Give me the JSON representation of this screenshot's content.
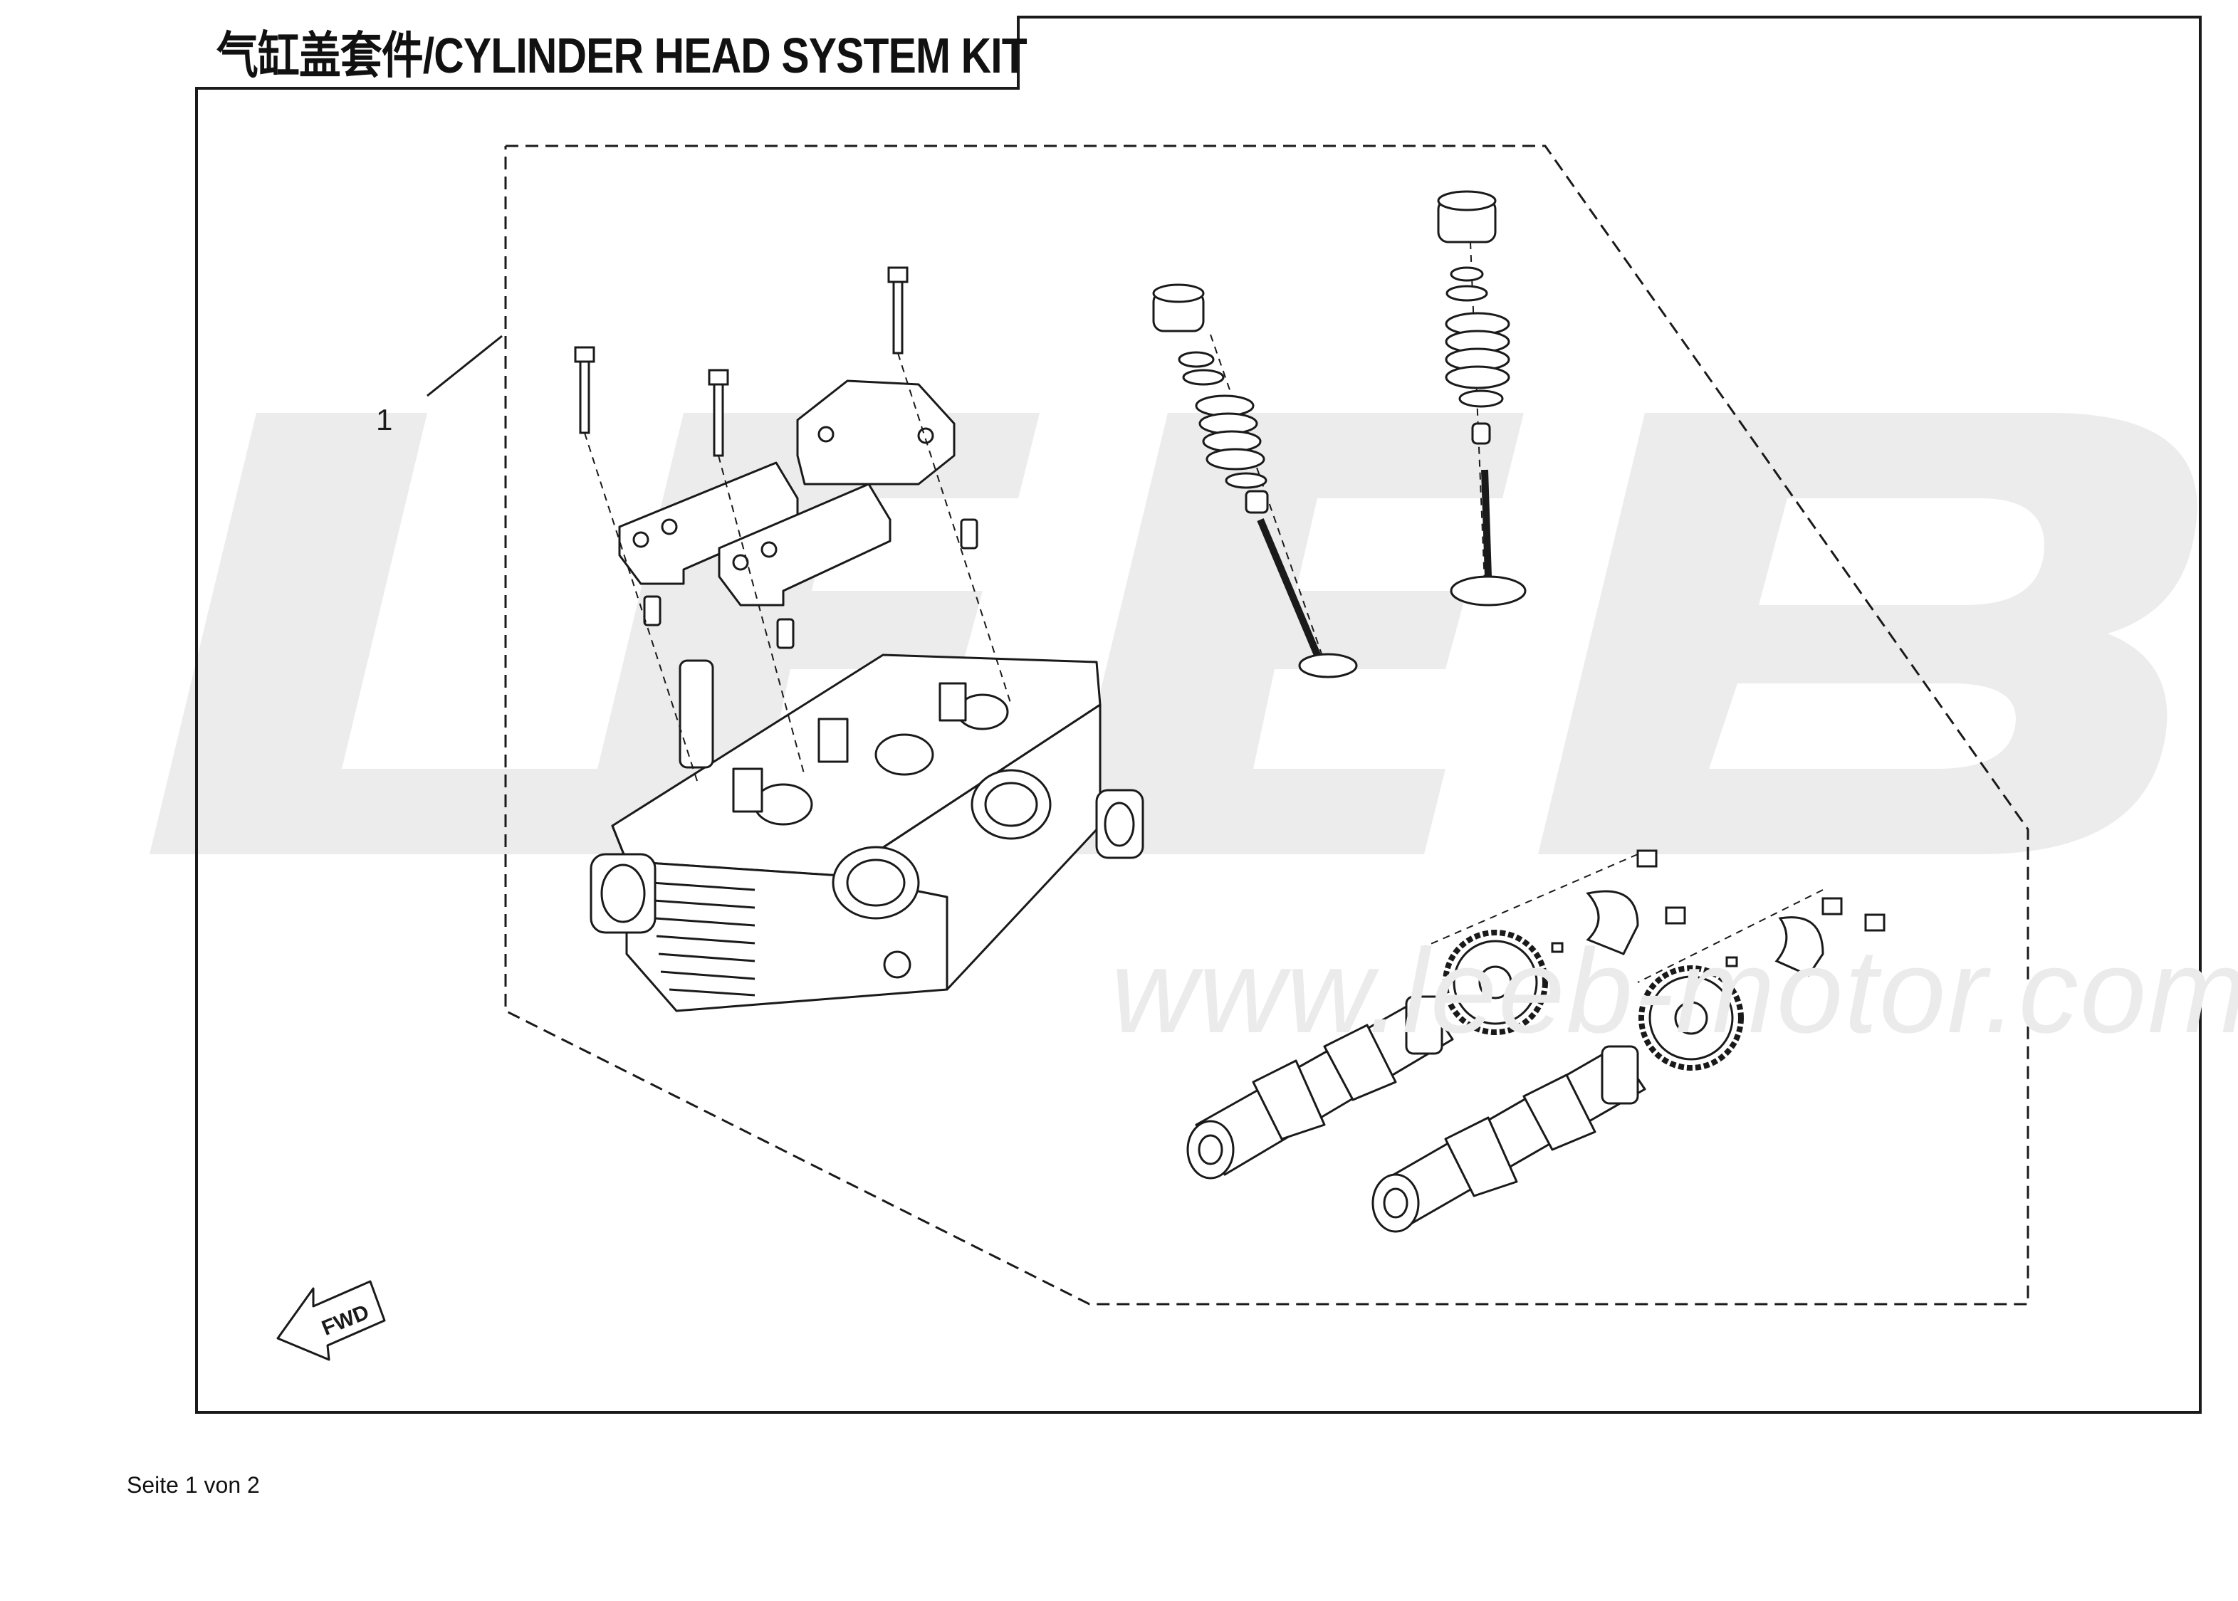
{
  "title": "气缸盖套件/CYLINDER HEAD SYSTEM KIT",
  "callout_number": "1",
  "direction_label": "FWD",
  "watermark": {
    "brand": "LEEB",
    "url": "www.leeb-motor.com"
  },
  "footer": "Seite 1 von 2",
  "colors": {
    "line": "#1a1a1a",
    "watermark": "#ebebeb"
  },
  "icons": [
    "forward-arrow-icon"
  ]
}
